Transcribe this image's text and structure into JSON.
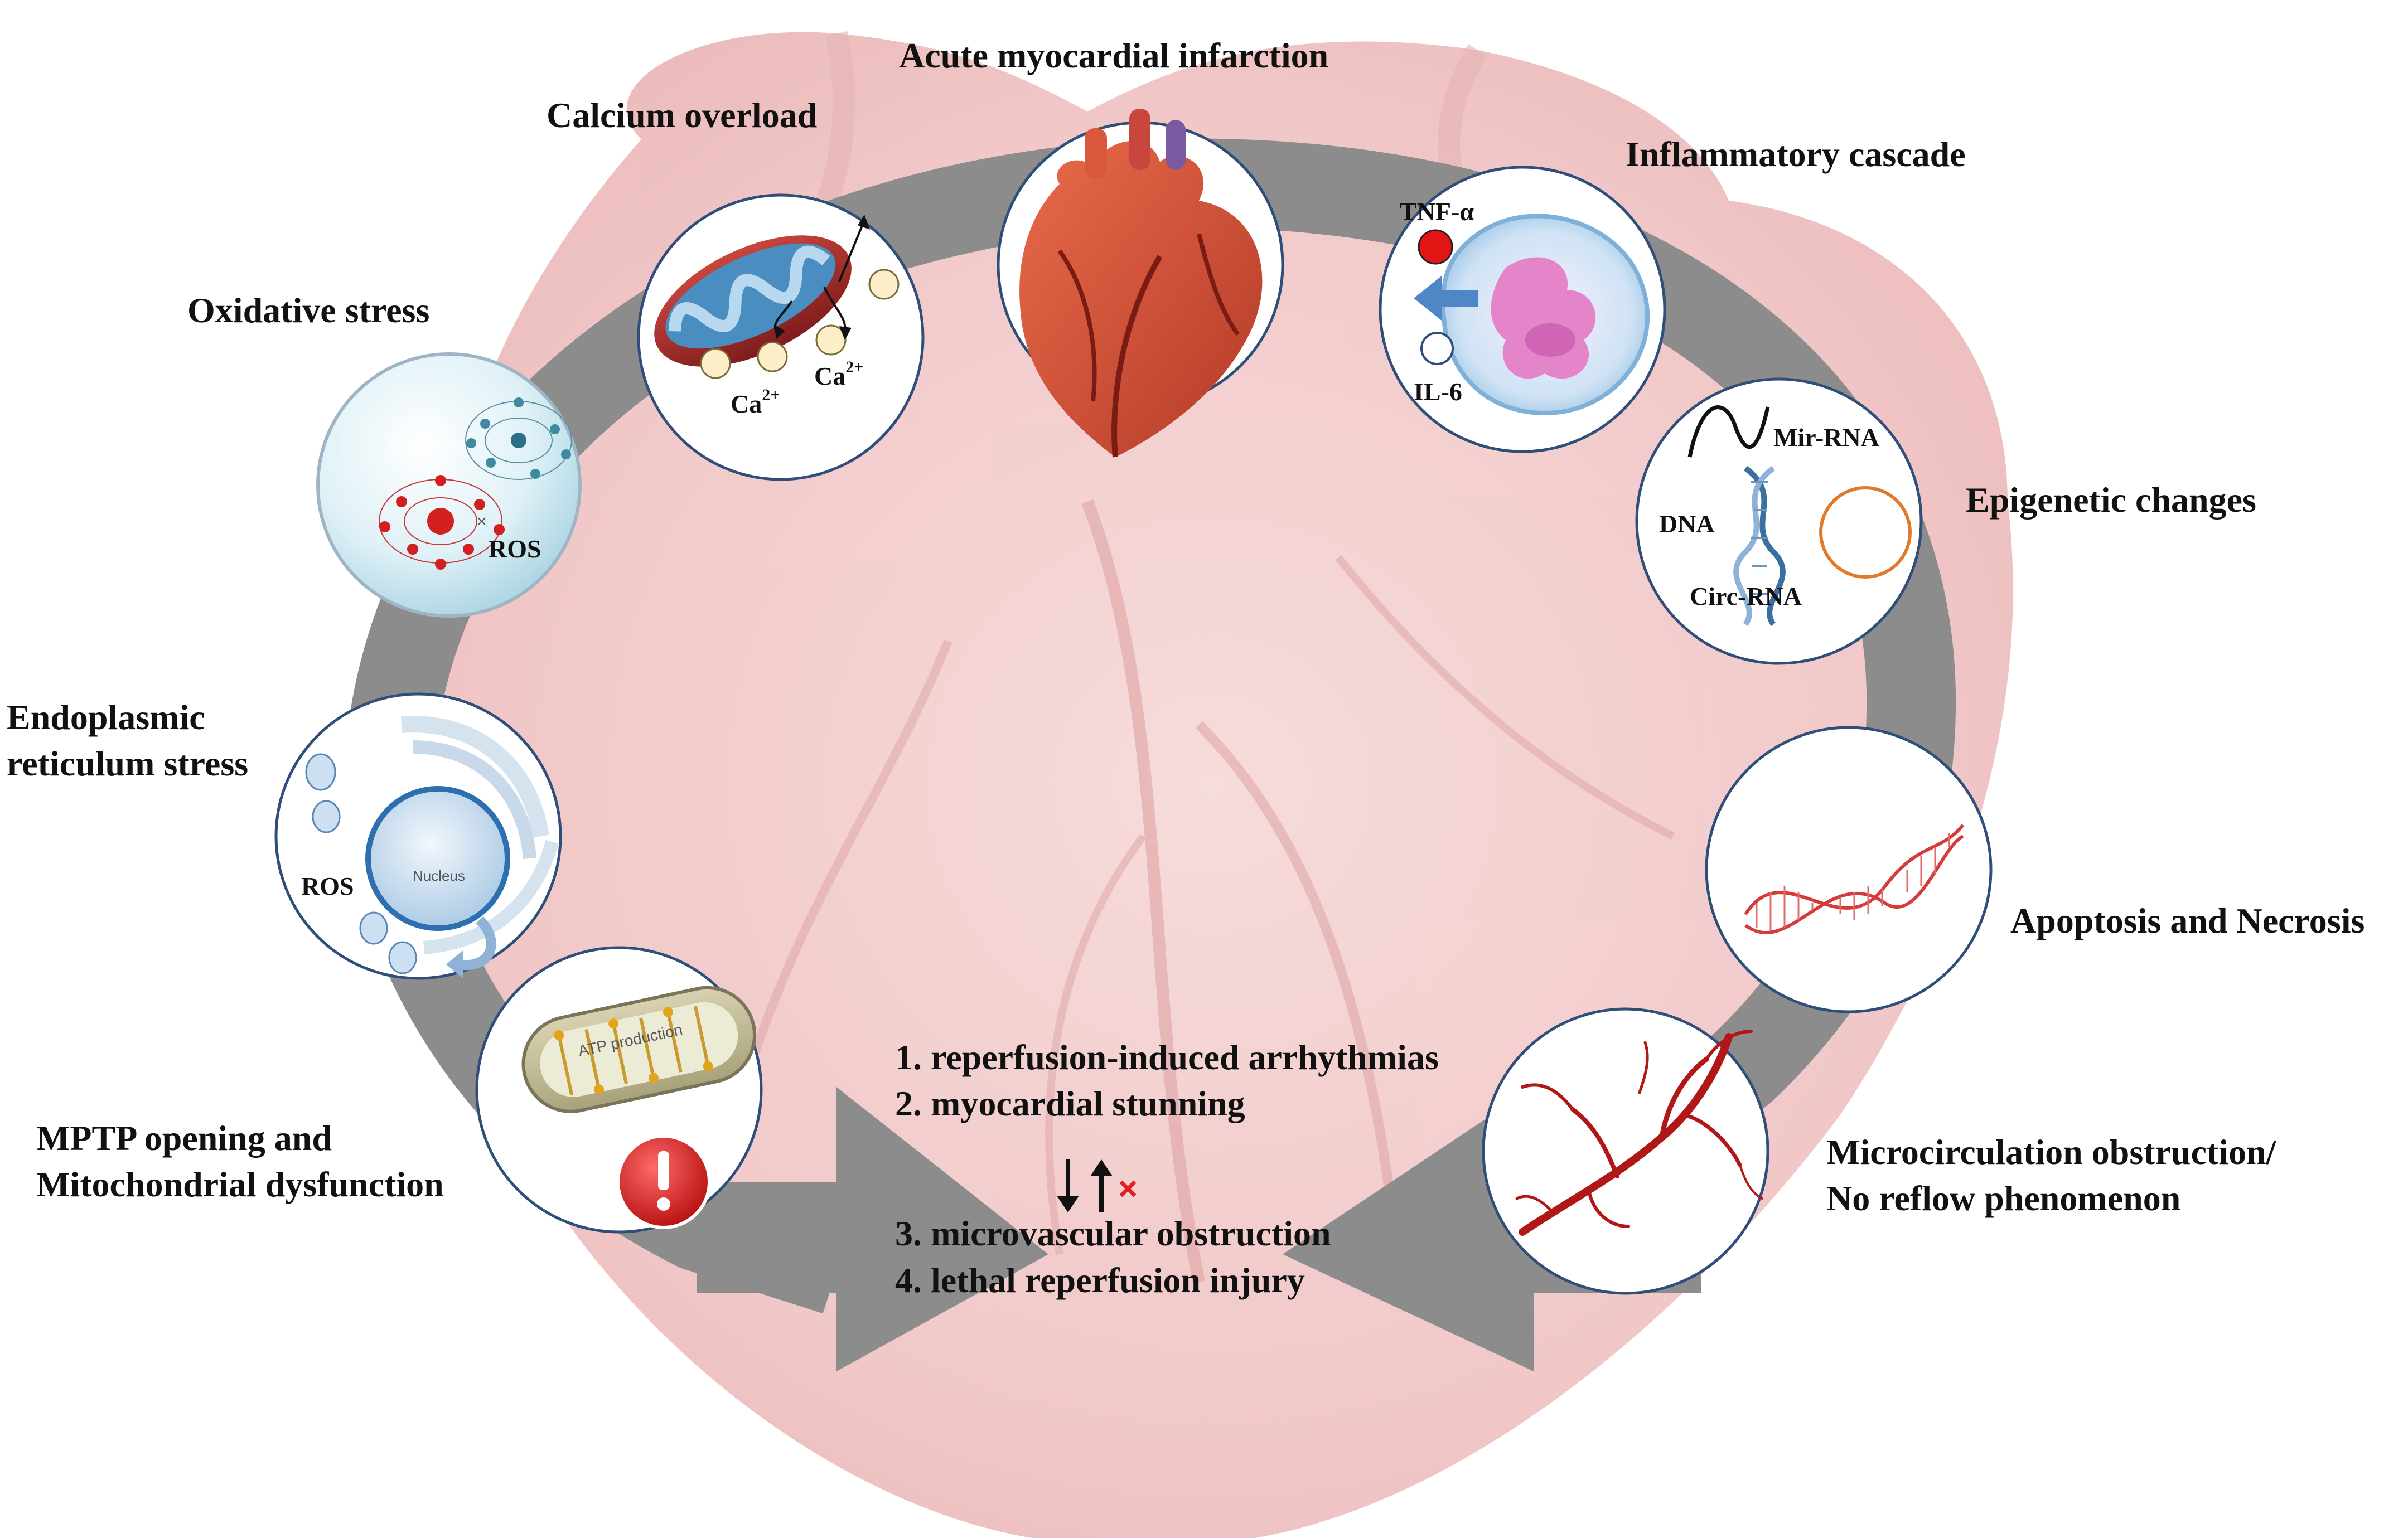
{
  "stages": {
    "center_top": "Acute myocardial infarction",
    "calcium": "Calcium overload",
    "oxidative": "Oxidative stress",
    "er_stress": [
      "Endoplasmic",
      "reticulum stress"
    ],
    "mptp": [
      "MPTP opening and",
      "Mitochondrial dysfunction"
    ],
    "inflammatory": "Inflammatory cascade",
    "epigenetic": "Epigenetic changes",
    "apoptosis": "Apoptosis and Necrosis",
    "microcirculation": [
      "Microcirculation obstruction/",
      "No reflow phenomenon"
    ]
  },
  "icon_labels": {
    "calcium_ion": "Ca",
    "calcium_charge": "2+",
    "ros": "ROS",
    "er_ros": "ROS",
    "nucleus": "Nucleus",
    "atp": "ATP production",
    "tnf": "TNF-α",
    "il6": "IL-6",
    "mirna": "Mir-RNA",
    "dna": "DNA",
    "circrna": "Circ-RNA"
  },
  "outcomes": [
    "1. reperfusion-induced arrhythmias",
    "2. myocardial stunning",
    "3. microvascular obstruction",
    "4. lethal reperfusion injury"
  ],
  "colors": {
    "heart_bg": "#f2c9c9",
    "ring": "#8c8c8c",
    "circle_border": "#2f4f7a",
    "ros_red": "#d21f1f",
    "vessel_red": "#b01818",
    "cross_red": "#e02020"
  }
}
